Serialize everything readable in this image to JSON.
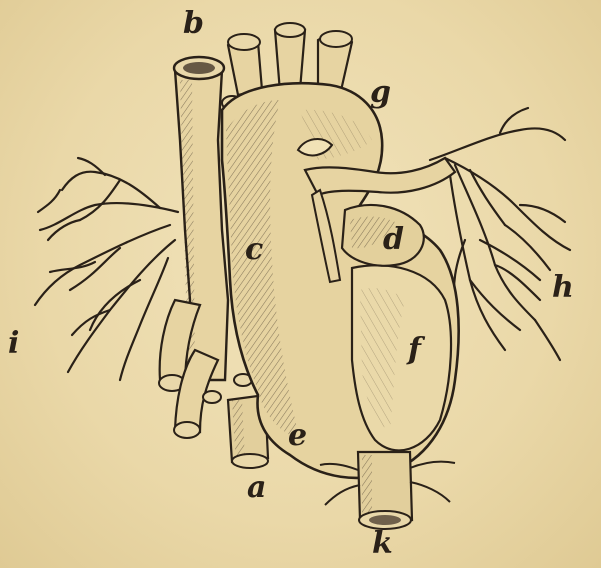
{
  "figure": {
    "labels": {
      "a": "a",
      "b": "b",
      "c": "c",
      "d": "d",
      "e": "e",
      "f": "f",
      "g": "g",
      "h": "h",
      "i": "i",
      "k": "k"
    },
    "colors": {
      "paper": "#ecdcae",
      "ink": "#2a2118",
      "shade": "#b9a77a"
    }
  }
}
